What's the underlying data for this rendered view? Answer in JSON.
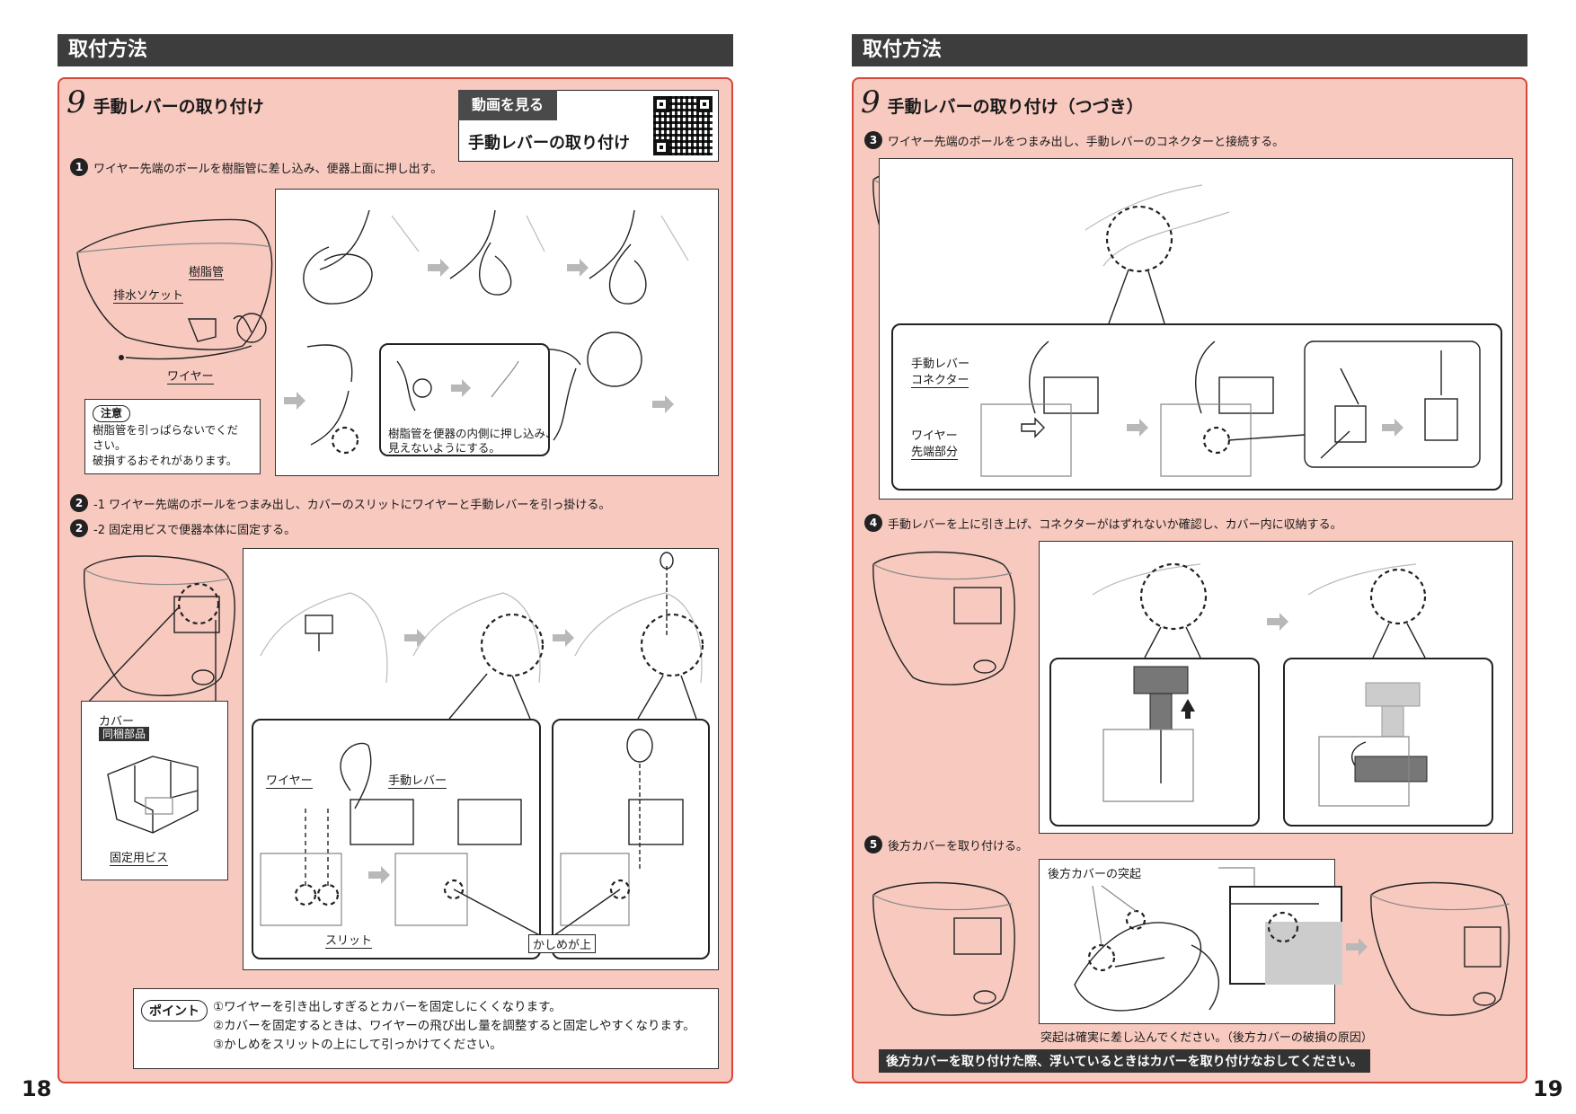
{
  "left_page": {
    "header": "取付方法",
    "page_number": "18",
    "section": {
      "number": "9",
      "title": "手動レバーの取り付け"
    },
    "video": {
      "label": "動画を見る",
      "title": "手動レバーの取り付け"
    },
    "step1": {
      "badge": "1",
      "text": "ワイヤー先端のボールを樹脂管に差し込み、便器上面に押し出す。"
    },
    "step1_labels": {
      "resin_pipe": "樹脂管",
      "drain_socket": "排水ソケット",
      "wire": "ワイヤー"
    },
    "caution": {
      "label": "注意",
      "lines": [
        "樹脂管を引っぱらないでくだ",
        "さい。",
        "破損するおそれがあります。"
      ]
    },
    "step1_callout": [
      "樹脂管を便器の内側に押し込み、",
      "見えないようにする。"
    ],
    "step2_1": {
      "badge": "2",
      "text": "-1 ワイヤー先端のボールをつまみ出し、カバーのスリットにワイヤーと手動レバーを引っ掛ける。"
    },
    "step2_2": {
      "badge": "2",
      "text": "-2 固定用ビスで便器本体に固定する。"
    },
    "step2_labels": {
      "cover": "カバー",
      "included": "同梱部品",
      "fixing_screw": "固定用ビス",
      "wire": "ワイヤー",
      "manual_lever": "手動レバー",
      "slit": "スリット",
      "crimp_up": "かしめが上"
    },
    "point": {
      "label": "ポイント",
      "lines": [
        "①ワイヤーを引き出しすぎるとカバーを固定しにくくなります。",
        "②カバーを固定するときは、ワイヤーの飛び出し量を調整すると固定しやすくなります。",
        "③かしめをスリットの上にして引っかけてください。"
      ]
    }
  },
  "right_page": {
    "header": "取付方法",
    "page_number": "19",
    "section": {
      "number": "9",
      "title": "手動レバーの取り付け（つづき）"
    },
    "step3": {
      "badge": "3",
      "text": "ワイヤー先端のボールをつまみ出し、手動レバーのコネクターと接続する。"
    },
    "step3_labels": {
      "connector_1": "手動レバー",
      "connector_2": "コネクター",
      "wire_tip_1": "ワイヤー",
      "wire_tip_2": "先端部分"
    },
    "step4": {
      "badge": "4",
      "text": "手動レバーを上に引き上げ、コネクターがはずれないか確認し、カバー内に収納する。"
    },
    "step5": {
      "badge": "5",
      "text": "後方カバーを取り付ける。"
    },
    "step5_labels": {
      "protrusion": "後方カバーの突起",
      "note": "突起は確実に差し込んでください。（後方カバーの破損の原因）"
    },
    "banner": "後方カバーを取り付けた際、浮いているときはカバーを取り付けなおしてください。"
  }
}
